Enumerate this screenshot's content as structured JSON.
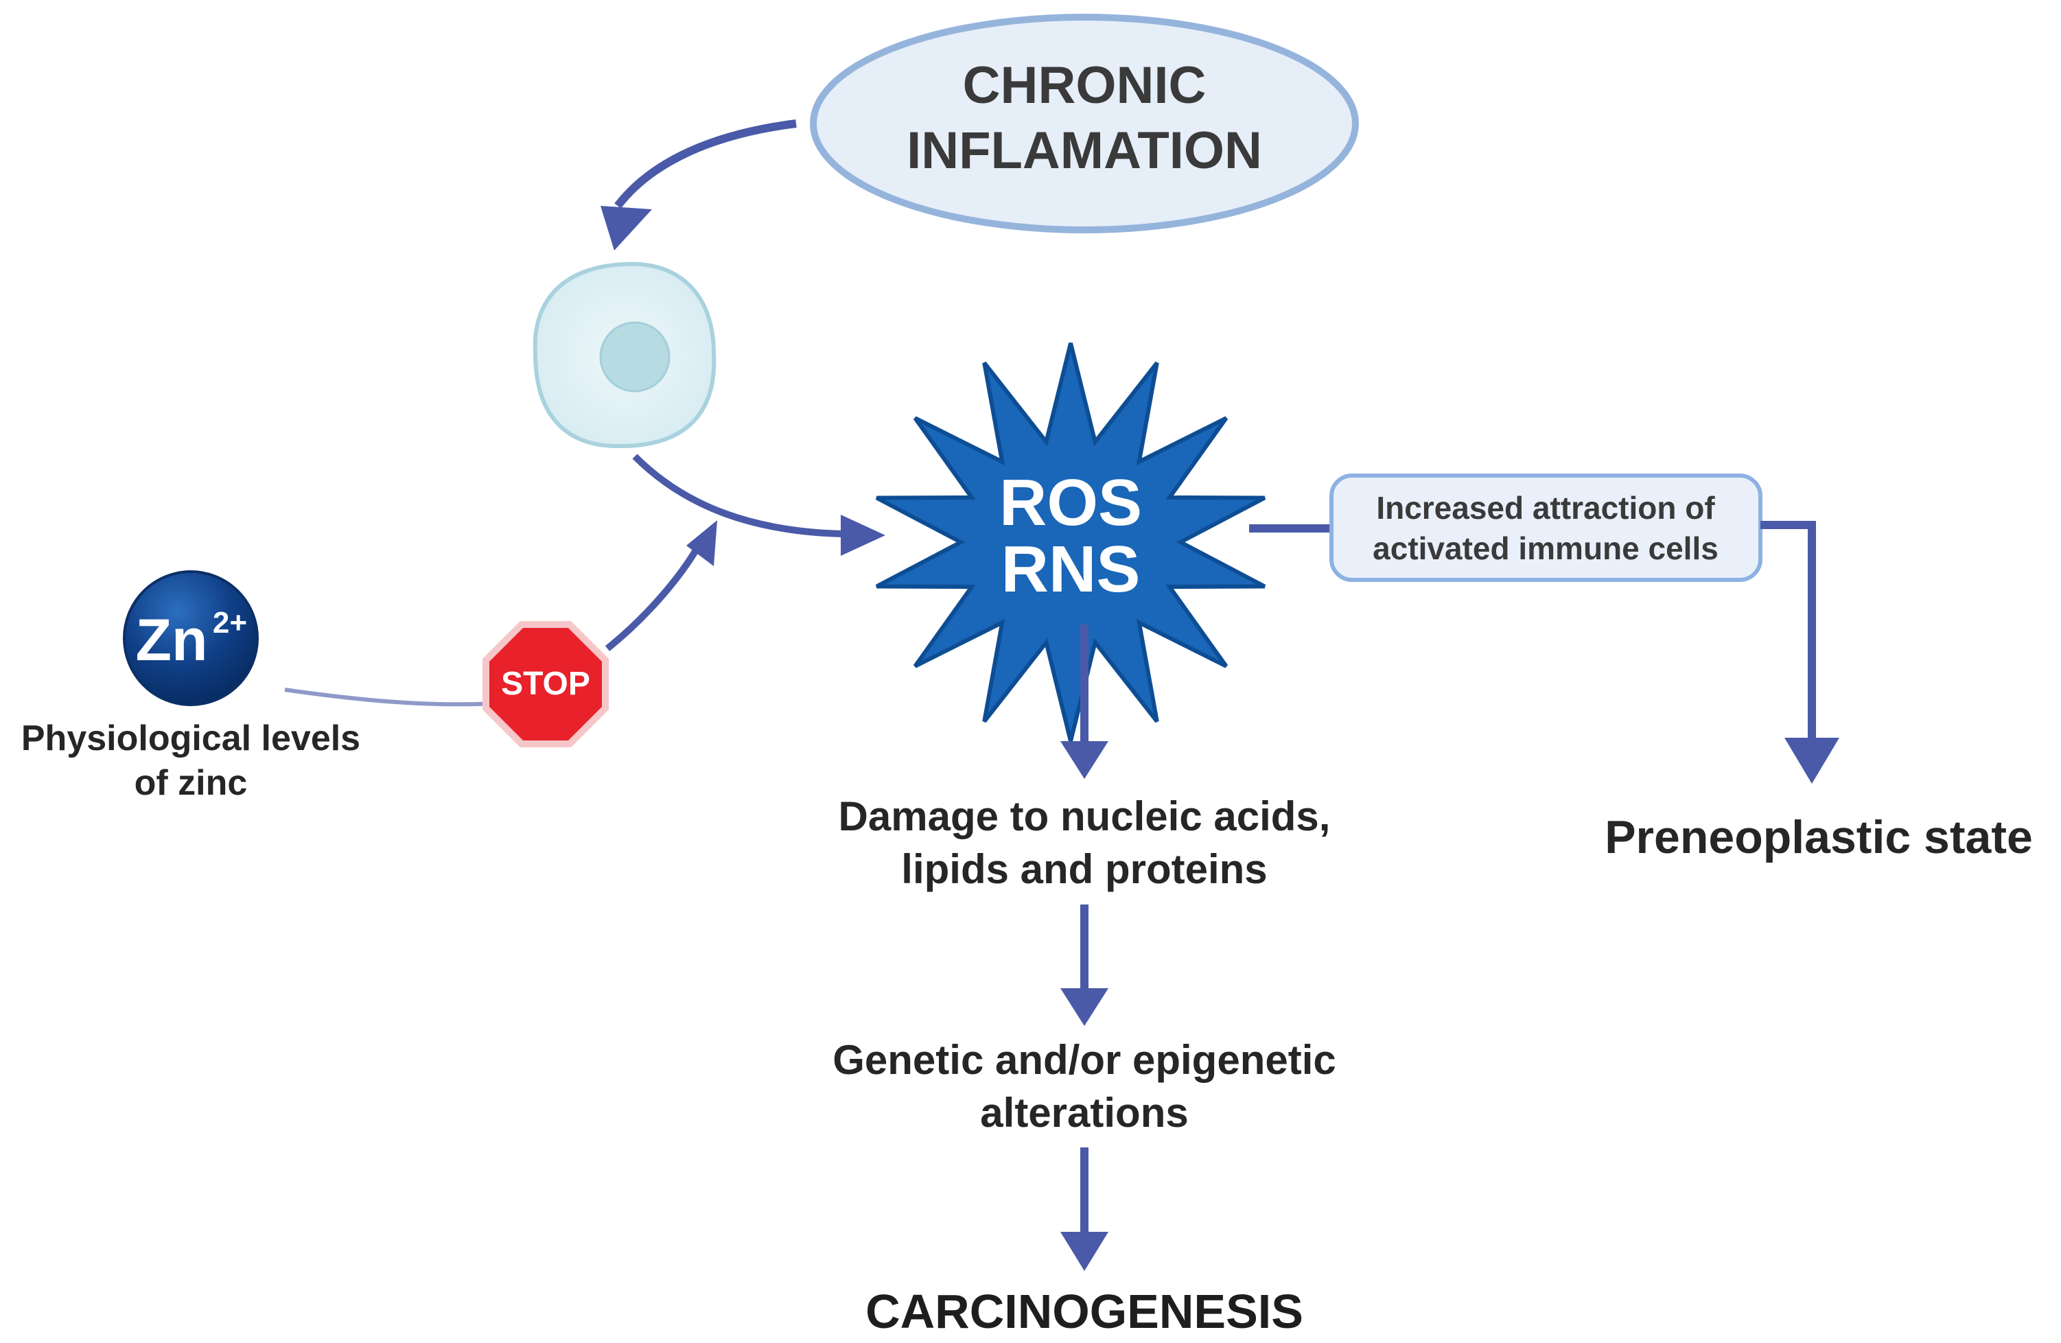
{
  "inflammation": {
    "line1": "CHRONIC",
    "line2": "INFLAMATION"
  },
  "ros_star": {
    "line1": "ROS",
    "line2": "RNS"
  },
  "immune_box": {
    "line1": "Increased attraction of",
    "line2": "activated immune cells"
  },
  "preneoplastic": {
    "label": "Preneoplastic state"
  },
  "damage": {
    "line1": "Damage to nucleic acids,",
    "line2": "lipids and proteins"
  },
  "genetic": {
    "line1": "Genetic and/or epigenetic",
    "line2": "alterations"
  },
  "carcinogenesis": {
    "label": "CARCINOGENESIS"
  },
  "zinc": {
    "symbol": "Zn",
    "charge": "2+",
    "line1": "Physiological levels",
    "line2": "of zinc"
  },
  "stop_sign": {
    "label": "STOP"
  },
  "colors": {
    "arrow": "#4a5aa8",
    "ellipse_fill": "#e6eef8",
    "ellipse_stroke": "#95b4dc",
    "star_fill": "#1a66b8",
    "stop_red": "#e8212b",
    "zinc_blue": "#103f86",
    "text_dark": "#262626",
    "text_gray": "#3a3a3a"
  }
}
